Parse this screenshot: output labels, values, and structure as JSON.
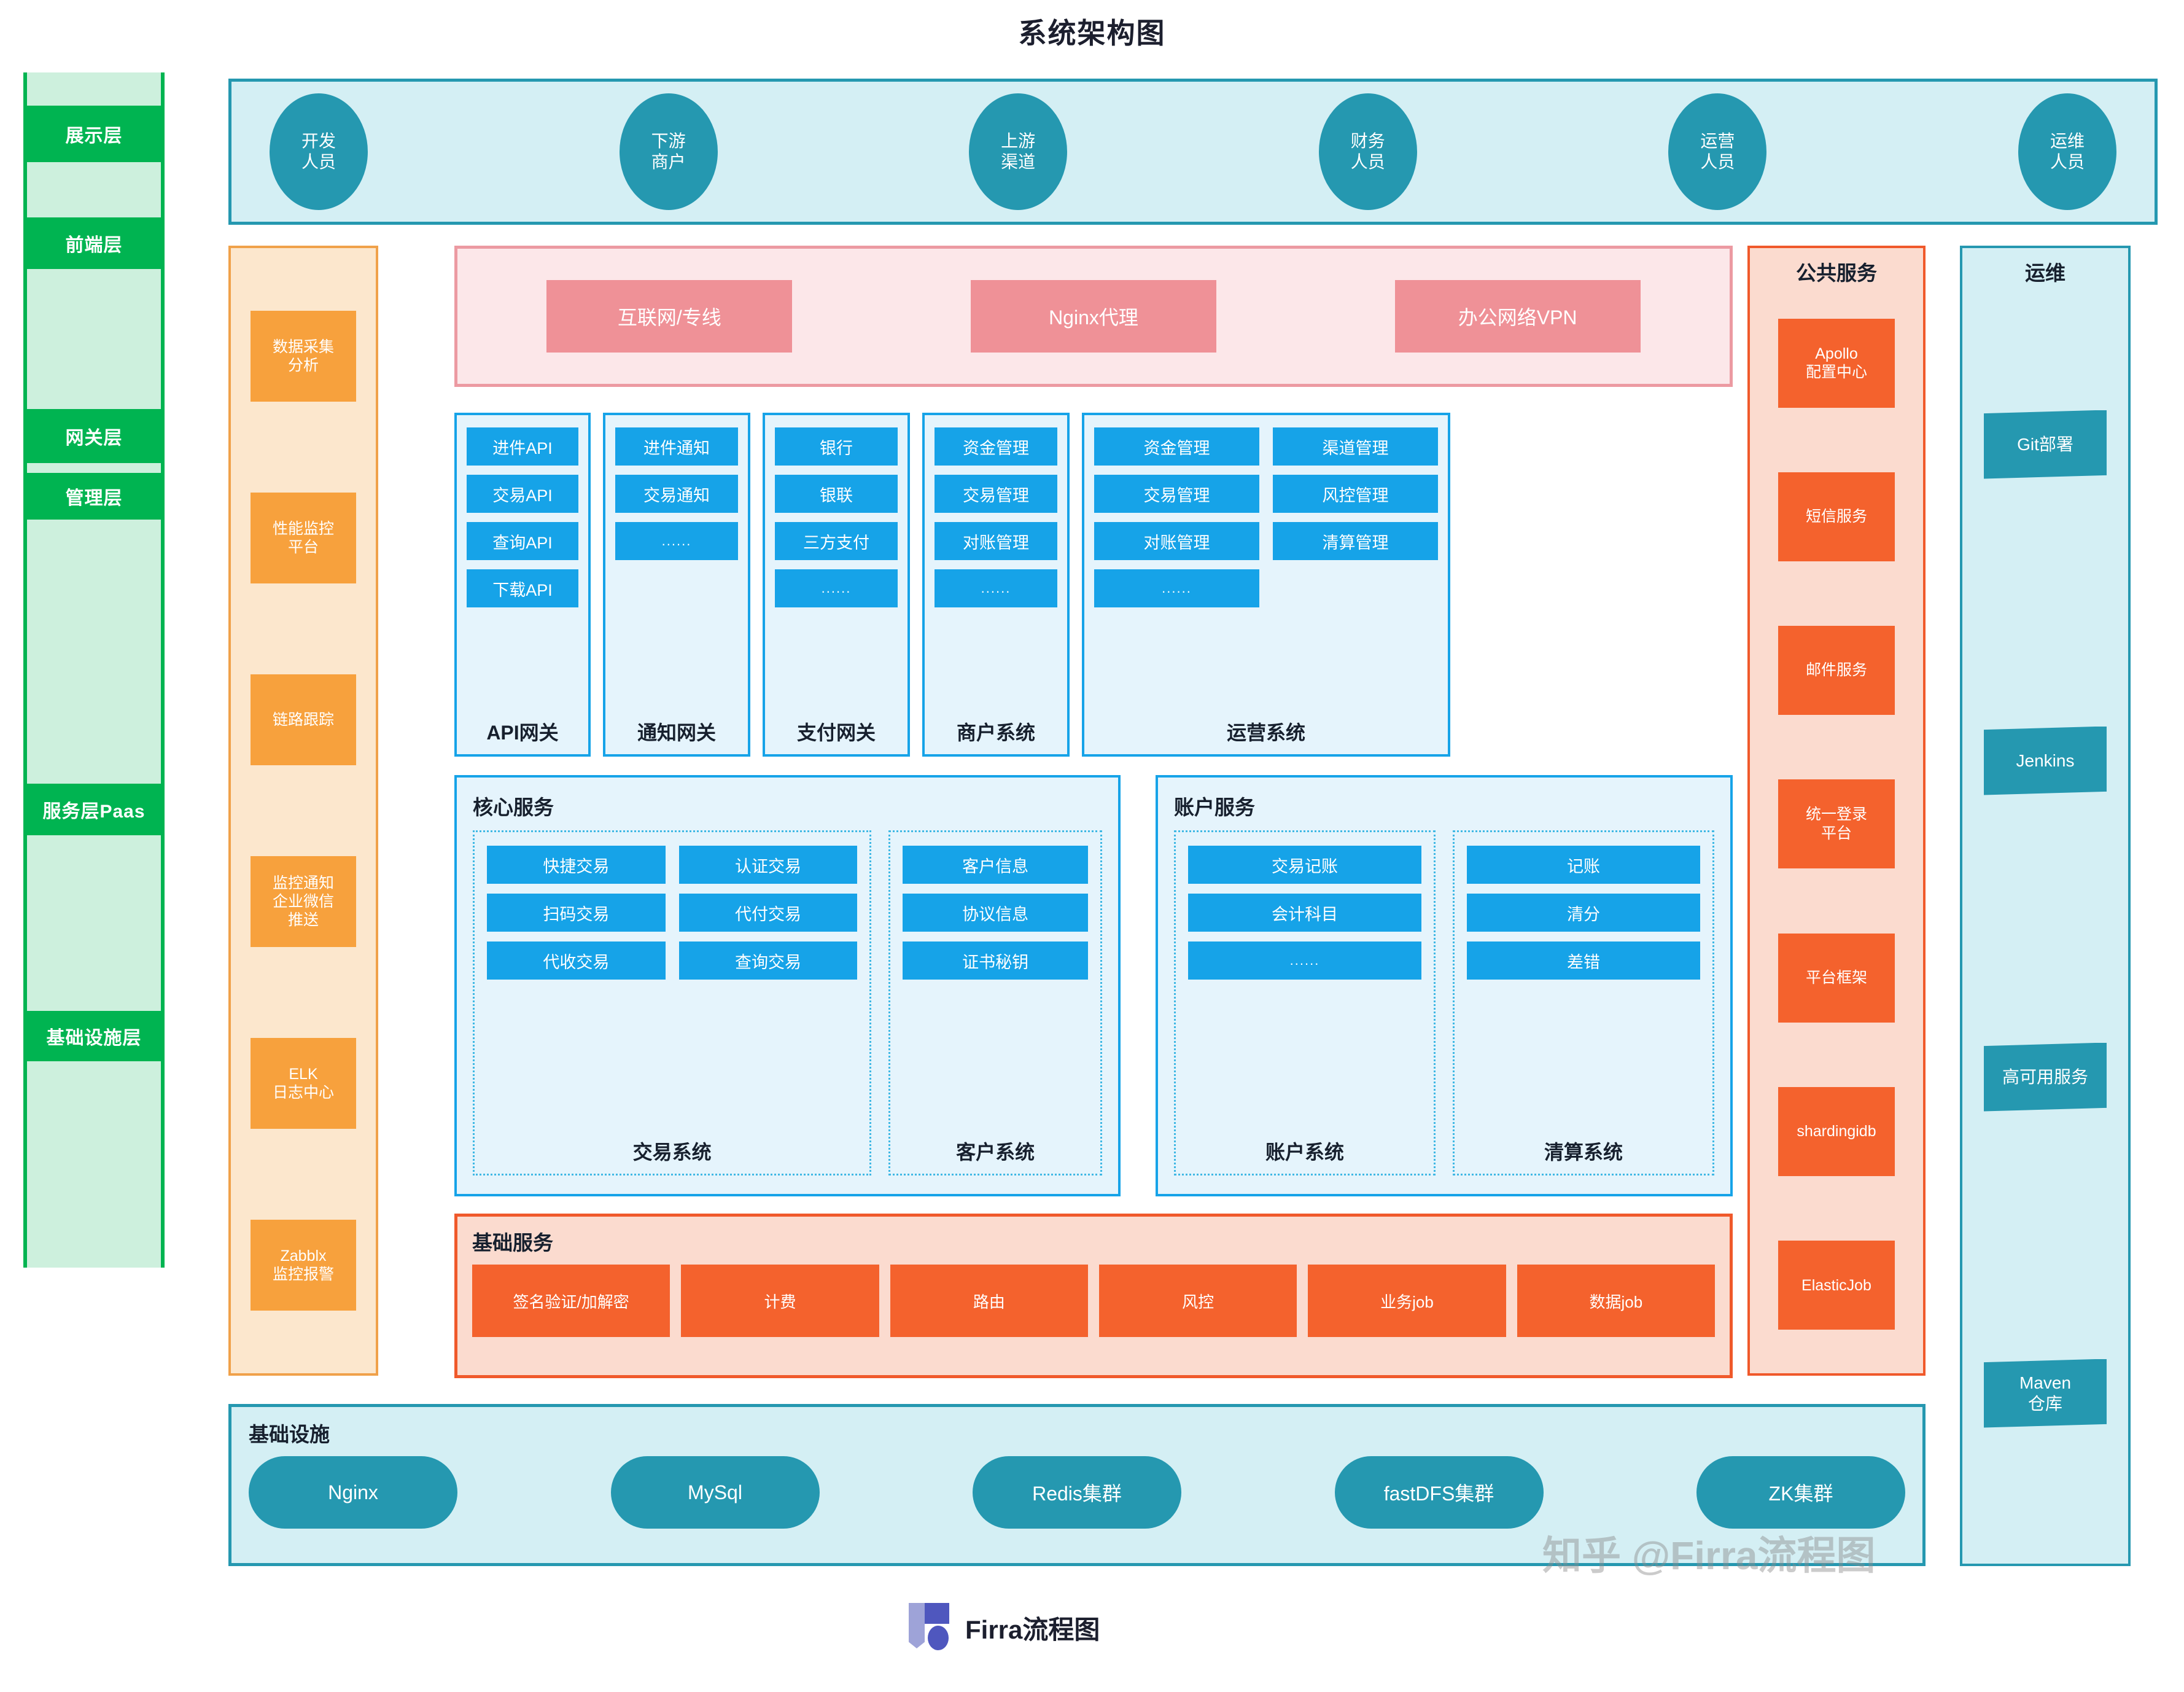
{
  "title": "系统架构图",
  "layer_rail": {
    "labels": [
      "展示层",
      "前端层",
      "网关层",
      "管理层",
      "服务层Paas",
      "基础设施层"
    ]
  },
  "actors": {
    "items": [
      {
        "line1": "开发",
        "line2": "人员"
      },
      {
        "line1": "下游",
        "line2": "商户"
      },
      {
        "line1": "上游",
        "line2": "渠道"
      },
      {
        "line1": "财务",
        "line2": "人员"
      },
      {
        "line1": "运营",
        "line2": "人员"
      },
      {
        "line1": "运维",
        "line2": "人员"
      }
    ]
  },
  "monitoring": {
    "items": [
      "数据采集\n分析",
      "性能监控\n平台",
      "链路跟踪",
      "监控通知\n企业微信\n推送",
      "ELK\n日志中心",
      "Zabblx\n监控报警"
    ]
  },
  "network": {
    "items": [
      "互联网/专线",
      "Nginx代理",
      "办公网络VPN"
    ]
  },
  "gateways": [
    {
      "name": "API网关",
      "chips": [
        "进件API",
        "交易API",
        "查询API",
        "下载API"
      ]
    },
    {
      "name": "通知网关",
      "chips": [
        "进件通知",
        "交易通知",
        "......"
      ]
    },
    {
      "name": "支付网关",
      "chips": [
        "银行",
        "银联",
        "三方支付",
        "......"
      ]
    },
    {
      "name": "商户系统",
      "chips": [
        "资金管理",
        "交易管理",
        "对账管理",
        "......"
      ]
    },
    {
      "name": "运营系统",
      "chips": [
        "资金管理",
        "渠道管理",
        "交易管理",
        "风控管理",
        "对账管理",
        "清算管理",
        "......"
      ]
    }
  ],
  "core_service": {
    "title": "核心服务",
    "subsystems": [
      {
        "name": "交易系统",
        "chips": [
          "快捷交易",
          "认证交易",
          "扫码交易",
          "代付交易",
          "代收交易",
          "查询交易"
        ]
      },
      {
        "name": "客户系统",
        "chips": [
          "客户信息",
          "协议信息",
          "证书秘钥"
        ]
      }
    ]
  },
  "account_service": {
    "title": "账户服务",
    "subsystems": [
      {
        "name": "账户系统",
        "chips": [
          "交易记账",
          "会计科目",
          "......"
        ]
      },
      {
        "name": "清算系统",
        "chips": [
          "记账",
          "清分",
          "差错"
        ]
      }
    ]
  },
  "basic_service": {
    "title": "基础服务",
    "items": [
      "签名验证/加解密",
      "计费",
      "路由",
      "风控",
      "业务job",
      "数据job"
    ]
  },
  "public_service": {
    "title": "公共服务",
    "items": [
      "Apollo\n配置中心",
      "短信服务",
      "邮件服务",
      "统一登录\n平台",
      "平台框架",
      "shardingidb",
      "ElasticJob"
    ]
  },
  "devops": {
    "title": "运维",
    "items": [
      "Git部署",
      "Jenkins",
      "高可用服务",
      "Maven\n仓库"
    ]
  },
  "infrastructure": {
    "title": "基础设施",
    "items": [
      "Nginx",
      "MySql",
      "Redis集群",
      "fastDFS集群",
      "ZK集群"
    ]
  },
  "brand": {
    "name": "Firra流程图"
  },
  "watermark": {
    "text": "知乎 @Firra流程图"
  },
  "colors": {
    "green": "#00b451",
    "green_light": "#cdf0dd",
    "teal": "#2598b0",
    "teal_light": "#d4eff4",
    "orange": "#f7a13d",
    "orange_light": "#fce7cd",
    "pink": "#ef9197",
    "pink_light": "#fce7e9",
    "blue": "#16a3e8",
    "blue_light": "#e5f4fc",
    "deep_orange": "#f4622d",
    "deep_orange_light": "#fbdbcf"
  }
}
